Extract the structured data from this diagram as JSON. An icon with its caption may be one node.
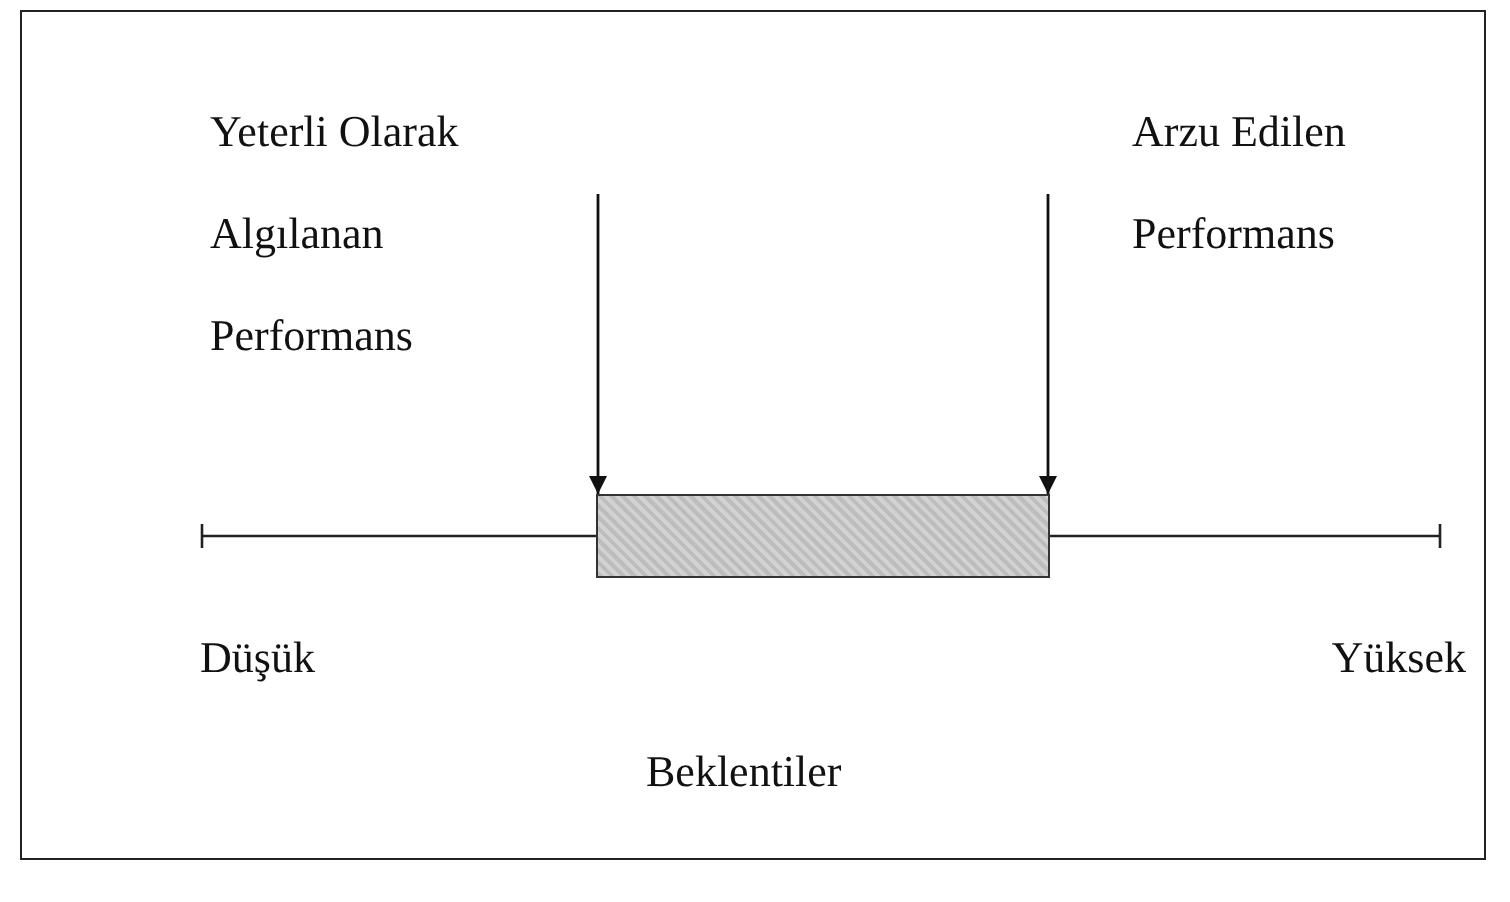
{
  "diagram": {
    "nodes": [
      {
        "text": [
          "Yeterli Olarak Algılanan Performans"
        ]
      },
      {
        "text": [
          "Arzu Edilen Performans"
        ]
      },
      {
        "text": [],
        "shape": "bar"
      }
    ],
    "edges": [
      {
        "from": 0,
        "to": 2,
        "arrow": "to"
      },
      {
        "from": 1,
        "to": 2,
        "arrow": "to"
      }
    ],
    "labels": [
      "Düşük",
      "Yüksek",
      "Beklentiler"
    ]
  }
}
